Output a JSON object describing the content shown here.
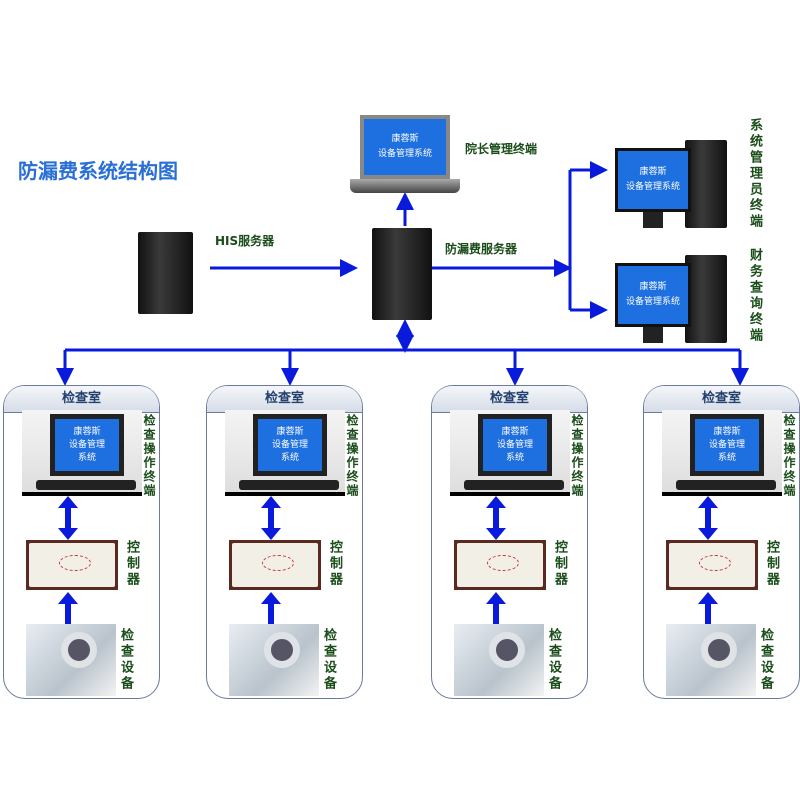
{
  "title": "防漏费系统结构图",
  "screen_text": [
    "康蓉斯",
    "设备管理系统"
  ],
  "nodes": {
    "his_server": "HIS服务器",
    "main_server": "防漏费服务器",
    "director_terminal": "院长管理终端",
    "admin_terminal": "系统管理员终端",
    "finance_terminal": "财务查询终端"
  },
  "room": {
    "header": "检查室",
    "terminal": "检查操作终端",
    "screen_lines": [
      "康蓉斯",
      "设备管理",
      "系统"
    ],
    "controller": "控制器",
    "device": "检查设备"
  },
  "rooms_count": 4,
  "colors": {
    "arrow": "#0a1adc",
    "screen": "#1e6fe0",
    "title": "#2a6fd6",
    "label": "#1b4d1b"
  }
}
